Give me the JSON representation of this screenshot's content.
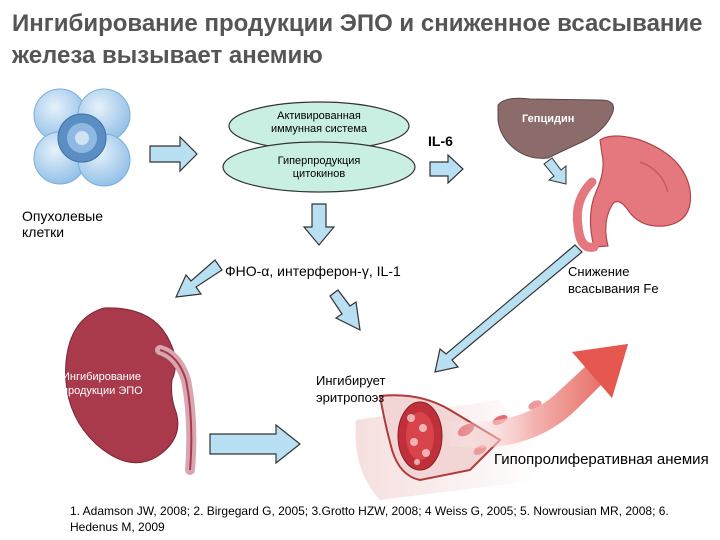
{
  "title": "Ингибирование продукции ЭПО и сниженное всасывание железа вызывает анемию",
  "nodes": {
    "tumor_cells": "Опухолевые клетки",
    "immune_system": "Активированная иммунная система",
    "cytokines": "Гиперпродукция цитокинов",
    "il6": "IL-6",
    "hepcidin": "Гепцидин",
    "fno": "ФНО-α, интерферон-γ, IL-1",
    "fe_absorption": "Снижение всасывания Fe",
    "epo_inhibition": "Ингибирование продукции ЭПО",
    "erythropoiesis": "Ингибирует эритропоэз",
    "anemia": "Гипопролиферативная анемия"
  },
  "references": "1. Adamson JW, 2008; 2. Birgegard G, 2005;  3.Grotto HZW, 2008; 4 Weiss G, 2005; 5. Nowrousian MR, 2008; 6. Hedenus M, 2009",
  "colors": {
    "title": "#555555",
    "cells": "#a9cdee",
    "ellipse": "#c9efe3",
    "arrow_fill": "#b9dff3",
    "liver": "#8c6b6b",
    "stomach": "#e5787e",
    "kidney": "#a83a4c",
    "vessel": "#c0303a",
    "big_arrow": "#e4584f"
  }
}
